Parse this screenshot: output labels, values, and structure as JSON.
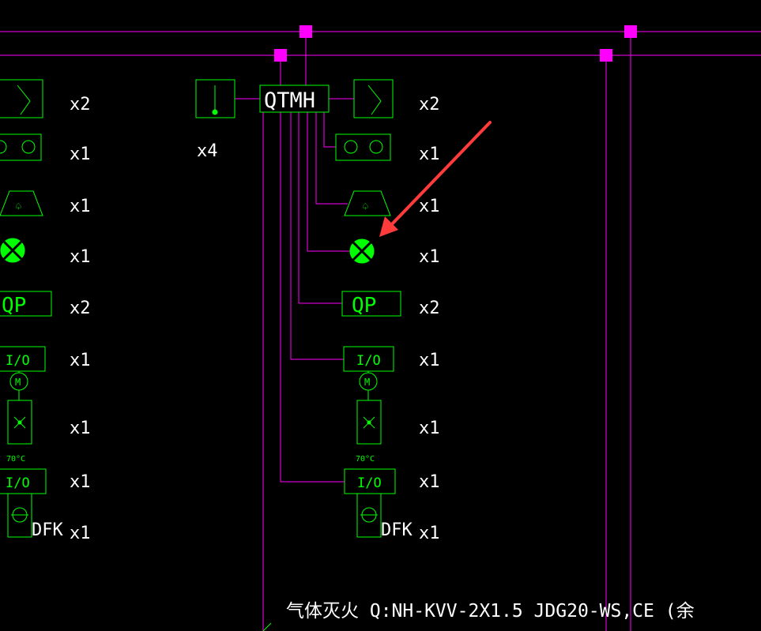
{
  "colors": {
    "background": "#000000",
    "wire": "#ff00ff",
    "symbol": "#00ff00",
    "label": "#ffffff",
    "arrow": "#ff3b3b"
  },
  "left_column": {
    "labels": {
      "sounder_qty": "x2",
      "bell_qty": "x1",
      "alarm_qty": "x1",
      "lamp_qty": "x1",
      "qp_text": "QP",
      "qp_qty": "x2",
      "io1_text": "I/O",
      "io1_qty": "x1",
      "motor_text": "M",
      "damper_qty": "x1",
      "temp_text": "70°C",
      "io2_text": "I/O",
      "io2_qty": "x1",
      "dfk_text": "DFK",
      "dfk_qty": "x1"
    }
  },
  "right_column": {
    "labels": {
      "module_text": "QTMH",
      "detector_qty": "x4",
      "sounder_qty": "x2",
      "bell_qty": "x1",
      "alarm_qty": "x1",
      "lamp_qty": "x1",
      "qp_text": "QP",
      "qp_qty": "x2",
      "io1_text": "I/O",
      "io1_qty": "x1",
      "motor_text": "M",
      "damper_qty": "x1",
      "temp_text": "70°C",
      "io2_text": "I/O",
      "io2_qty": "x1",
      "dfk_text": "DFK",
      "dfk_qty": "x1"
    }
  },
  "footer": {
    "cable_text": "气体灭火 Q:NH-KVV-2X1.5 JDG20-WS,CE (余"
  }
}
